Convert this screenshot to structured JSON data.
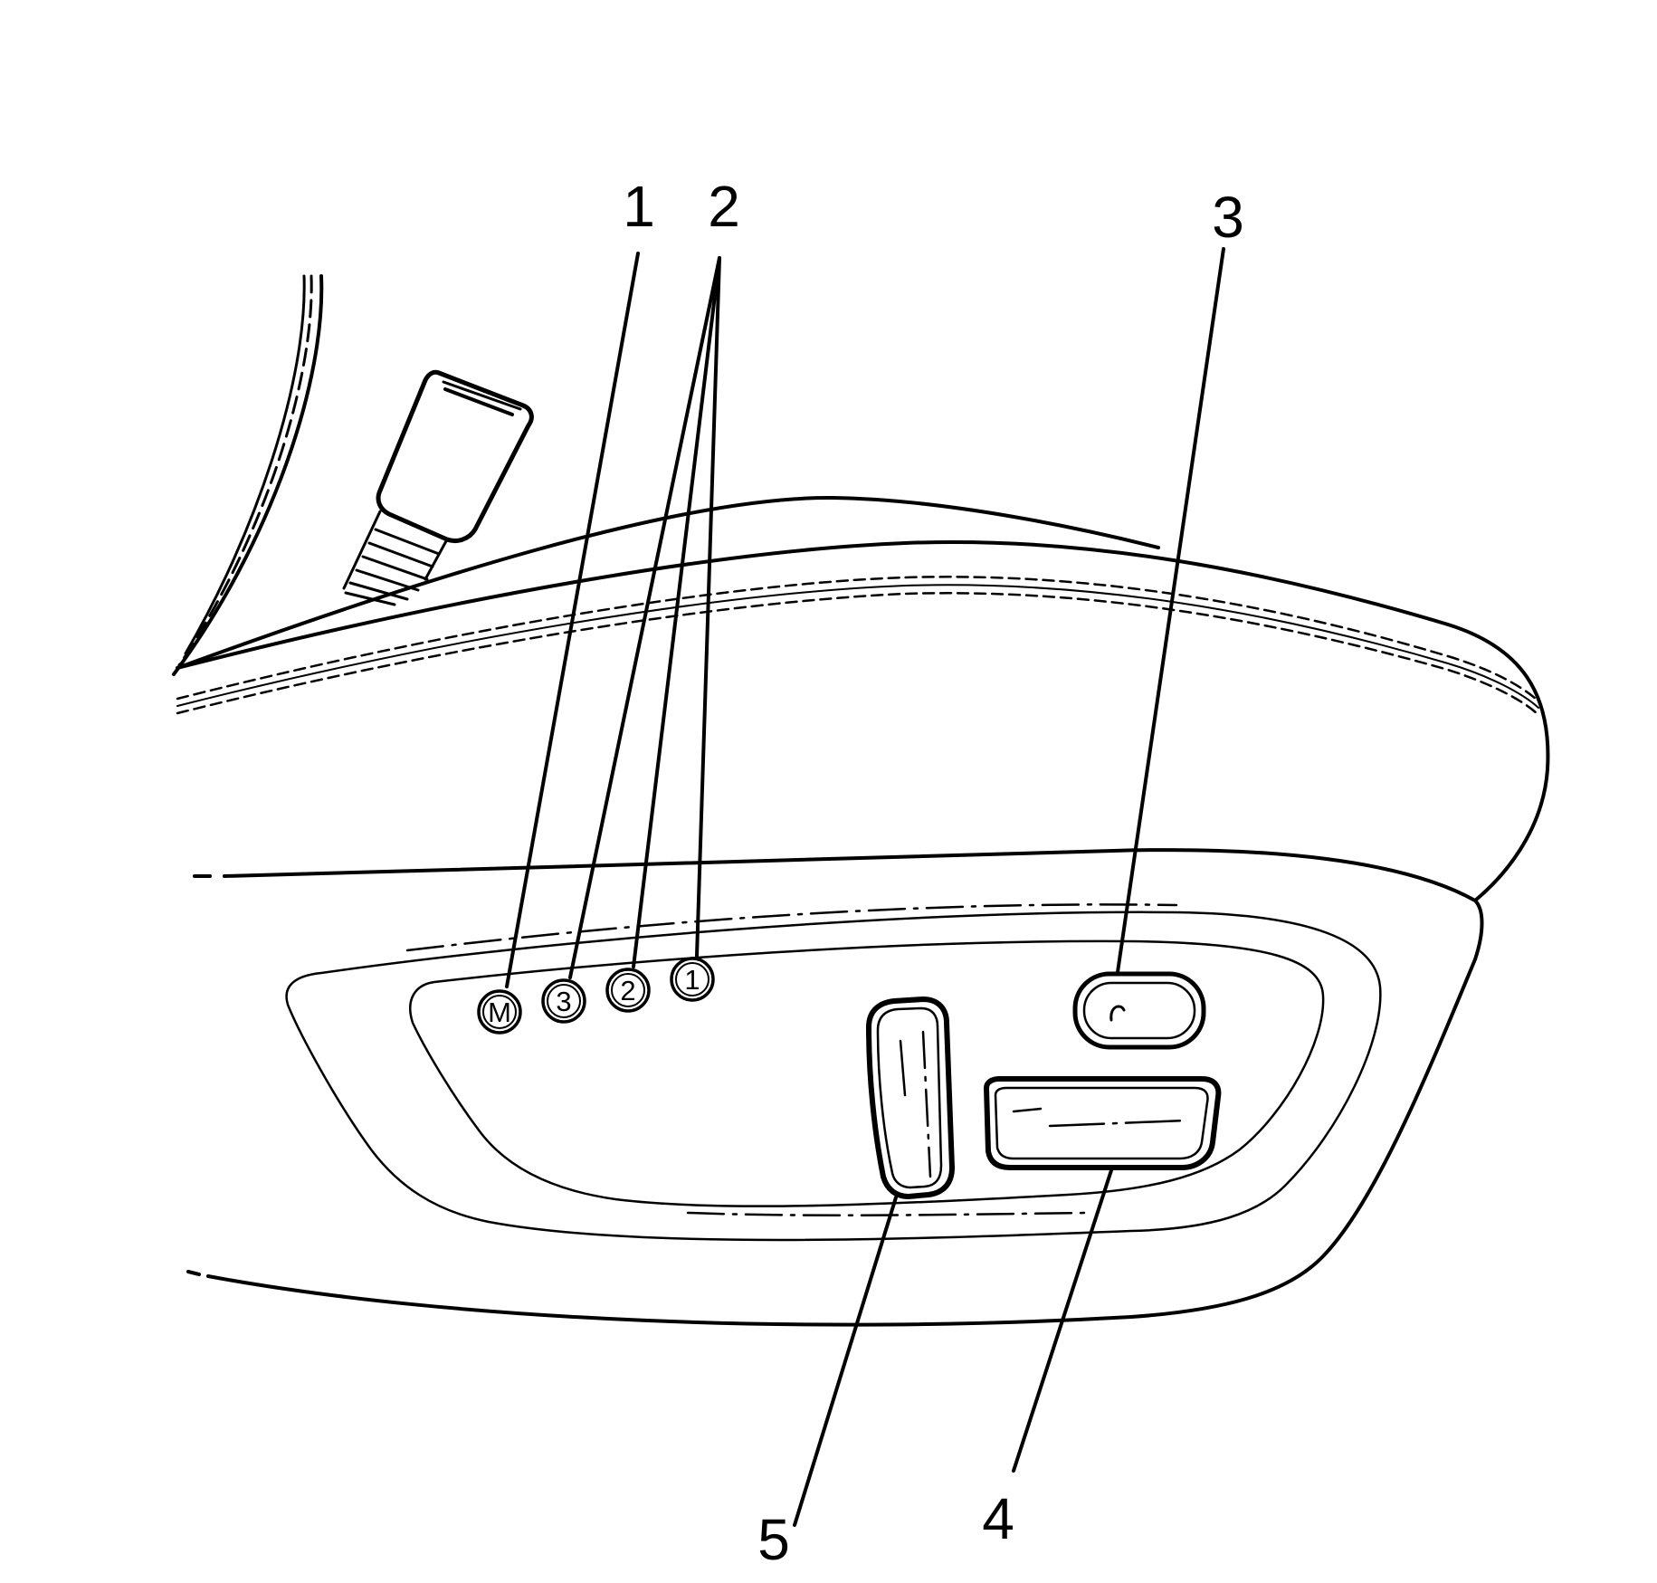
{
  "callouts": {
    "c1": "1",
    "c2": "2",
    "c3": "3",
    "c4": "4",
    "c5": "5"
  },
  "buttons": {
    "memory": "M",
    "preset3": "3",
    "preset2": "2",
    "preset1": "1"
  }
}
